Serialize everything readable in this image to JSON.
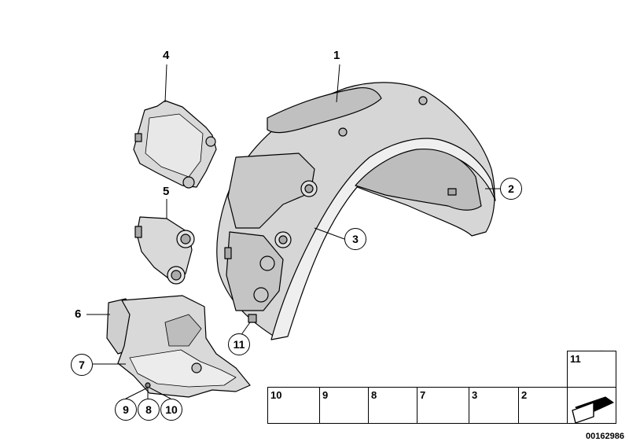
{
  "labels": {
    "p1": "1",
    "p2": "2",
    "p3": "3",
    "p4": "4",
    "p5": "5",
    "p6": "6",
    "p7": "7",
    "c9": "9",
    "c8": "8",
    "c10": "10",
    "c11": "11"
  },
  "hardware": {
    "items": [
      {
        "label": "10",
        "icon": "nut-icon"
      },
      {
        "label": "9",
        "icon": "screw-icon"
      },
      {
        "label": "8",
        "icon": "clip-nut-icon"
      },
      {
        "label": "7",
        "icon": "bolt-icon"
      },
      {
        "label": "3",
        "icon": "expanding-rivet-icon"
      },
      {
        "label": "2",
        "icon": "plastic-nut-icon"
      }
    ],
    "rivet": {
      "label": "11",
      "icon": "rivet-icon"
    },
    "symbol": {
      "icon": "seal-strip-icon"
    }
  },
  "diagram_id": "00162986",
  "colors": {
    "line": "#000000",
    "part_fill": "#d9d9d9",
    "part_shade": "#b5b5b5",
    "part_light": "#ececec"
  }
}
